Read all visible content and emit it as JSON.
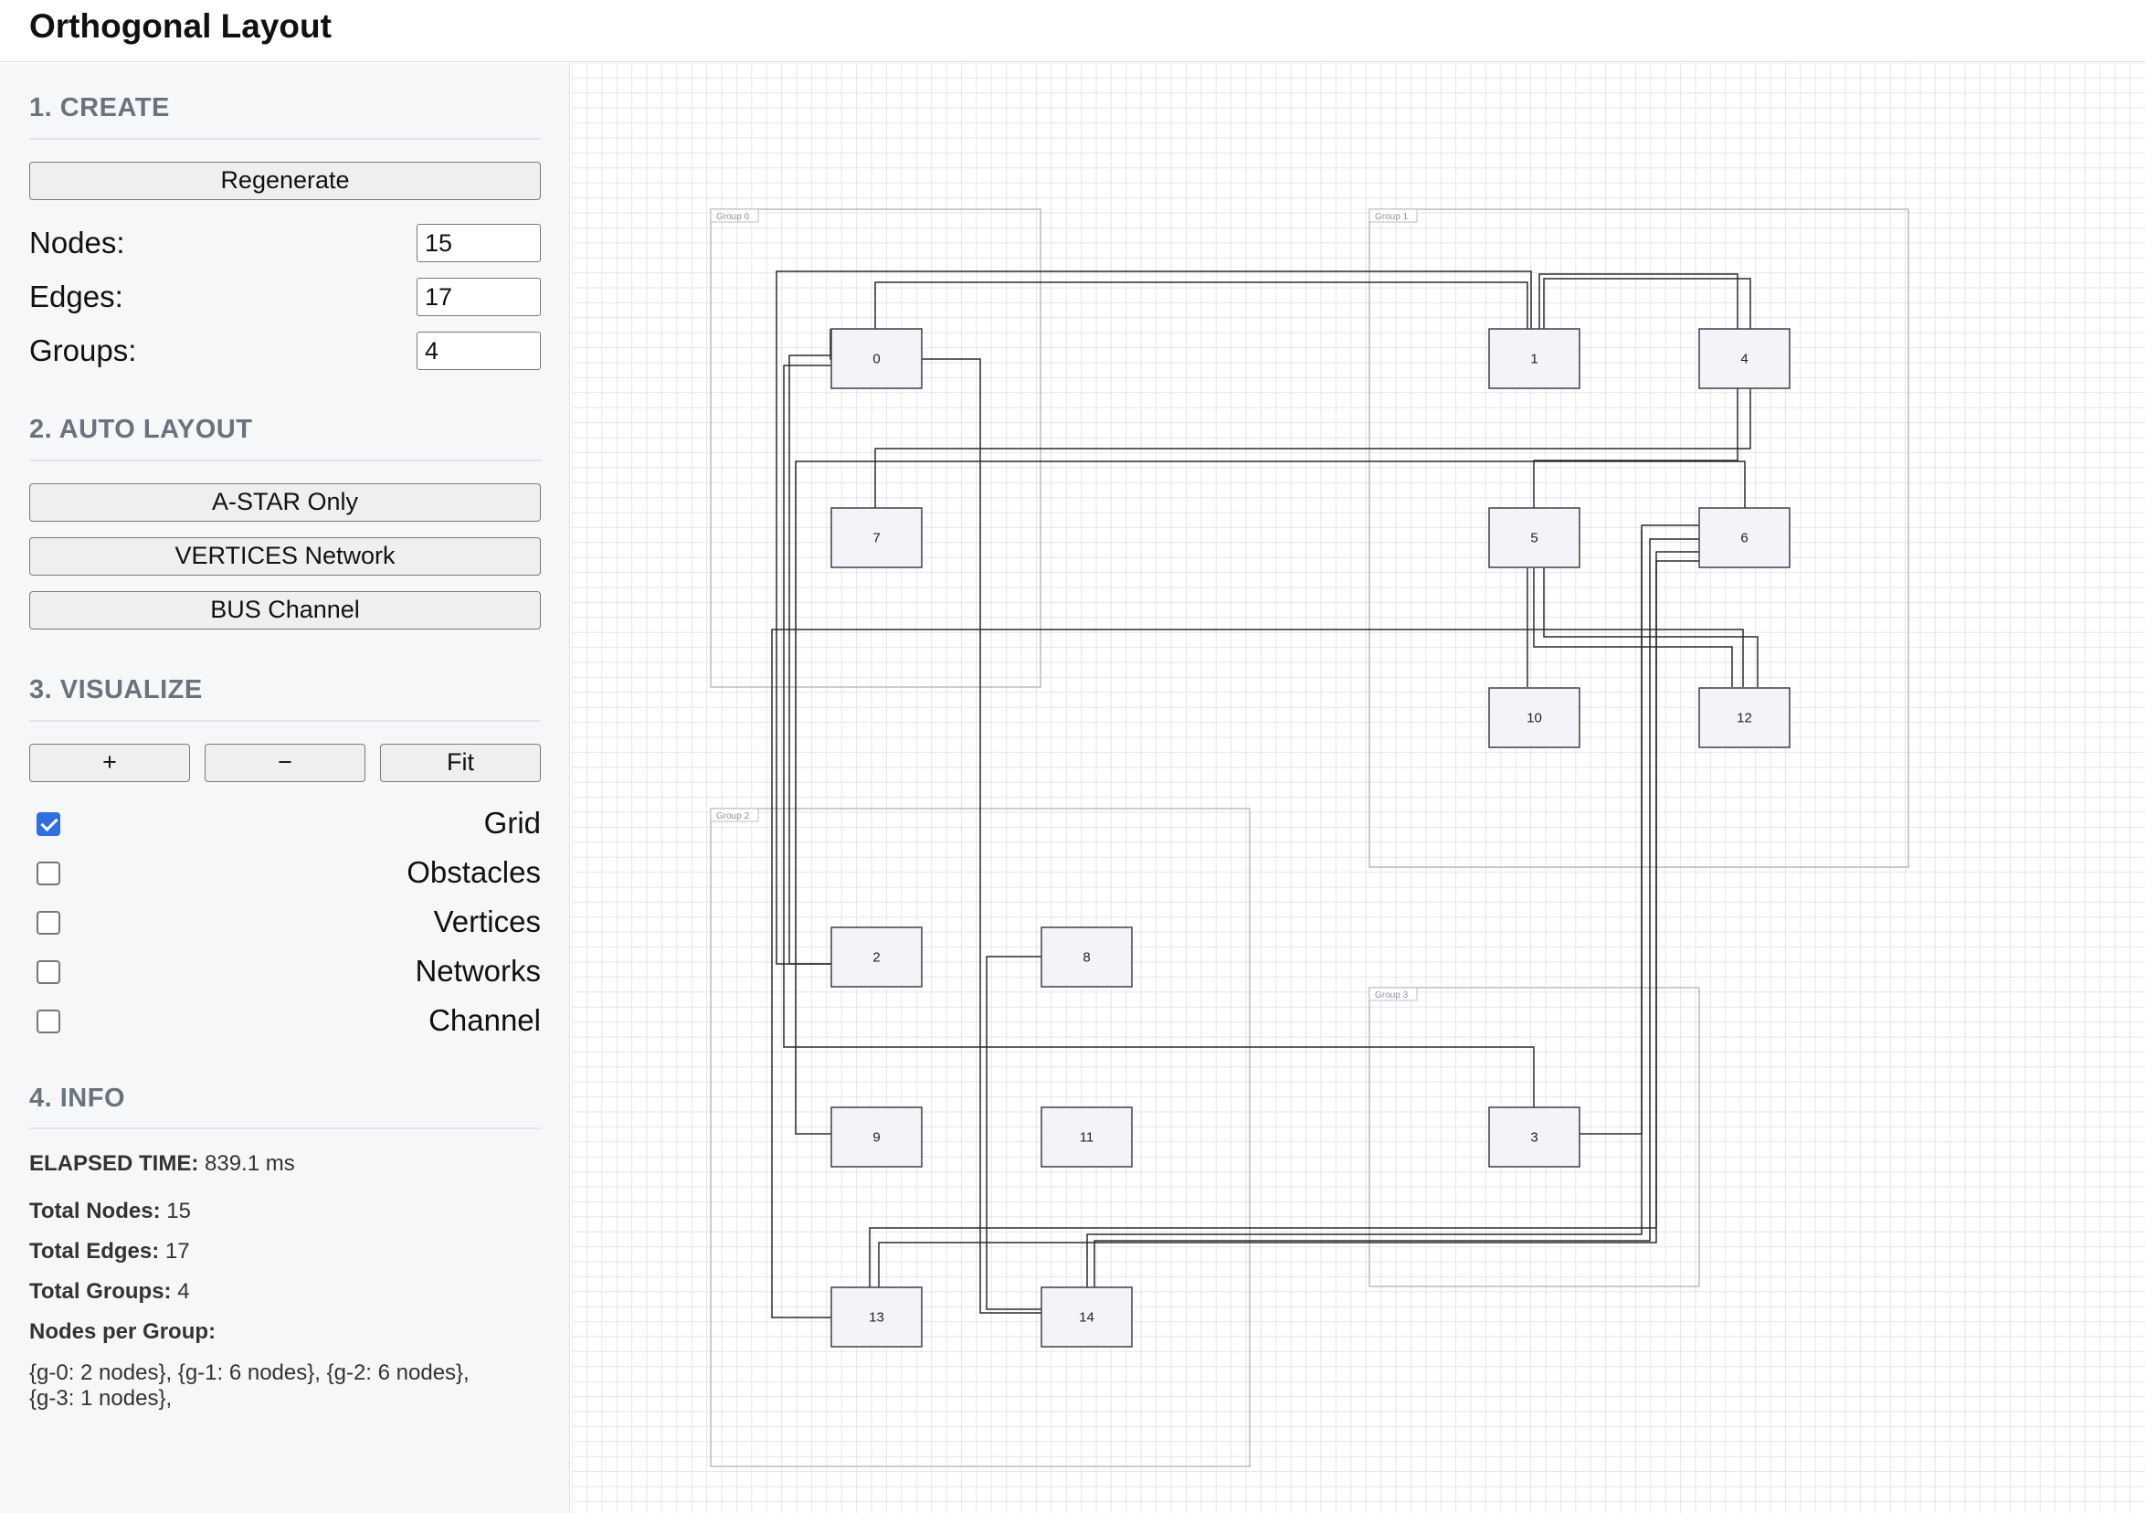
{
  "app": {
    "title": "Orthogonal Layout"
  },
  "create": {
    "title": "1. CREATE",
    "regenerate_label": "Regenerate",
    "nodes_label": "Nodes:",
    "nodes_value": "15",
    "edges_label": "Edges:",
    "edges_value": "17",
    "groups_label": "Groups:",
    "groups_value": "4"
  },
  "auto_layout": {
    "title": "2. AUTO LAYOUT",
    "astar_label": "A-STAR Only",
    "vertices_label": "VERTICES Network",
    "bus_label": "BUS Channel"
  },
  "visualize": {
    "title": "3. VISUALIZE",
    "zoom_in_label": "+",
    "zoom_out_label": "−",
    "fit_label": "Fit",
    "options": [
      {
        "label": "Grid",
        "checked": true
      },
      {
        "label": "Obstacles",
        "checked": false
      },
      {
        "label": "Vertices",
        "checked": false
      },
      {
        "label": "Networks",
        "checked": false
      },
      {
        "label": "Channel",
        "checked": false
      }
    ]
  },
  "info": {
    "title": "4. INFO",
    "elapsed_key": "ELAPSED TIME:",
    "elapsed_value": "839.1 ms",
    "total_nodes_key": "Total Nodes:",
    "total_nodes_value": "15",
    "total_edges_key": "Total Edges:",
    "total_edges_value": "17",
    "total_groups_key": "Total Groups:",
    "total_groups_value": "4",
    "nodes_per_group_key": "Nodes per Group:",
    "nodes_per_group_line1": "{g-0: 2 nodes}, {g-1: 6 nodes}, {g-2: 6 nodes},",
    "nodes_per_group_line2": "{g-3: 1 nodes},"
  },
  "diagram": {
    "groups": [
      "Group 0",
      "Group 1",
      "Group 2",
      "Group 3"
    ],
    "nodes": [
      "0",
      "1",
      "2",
      "3",
      "4",
      "5",
      "6",
      "7",
      "8",
      "9",
      "10",
      "11",
      "12",
      "13",
      "14"
    ],
    "colors": {
      "grid": "#e4e6ea",
      "group_border": "#b9bcc2",
      "node_fill": "#f3f4f8",
      "node_border": "#3c4048",
      "edge": "#2b2b2b"
    }
  }
}
